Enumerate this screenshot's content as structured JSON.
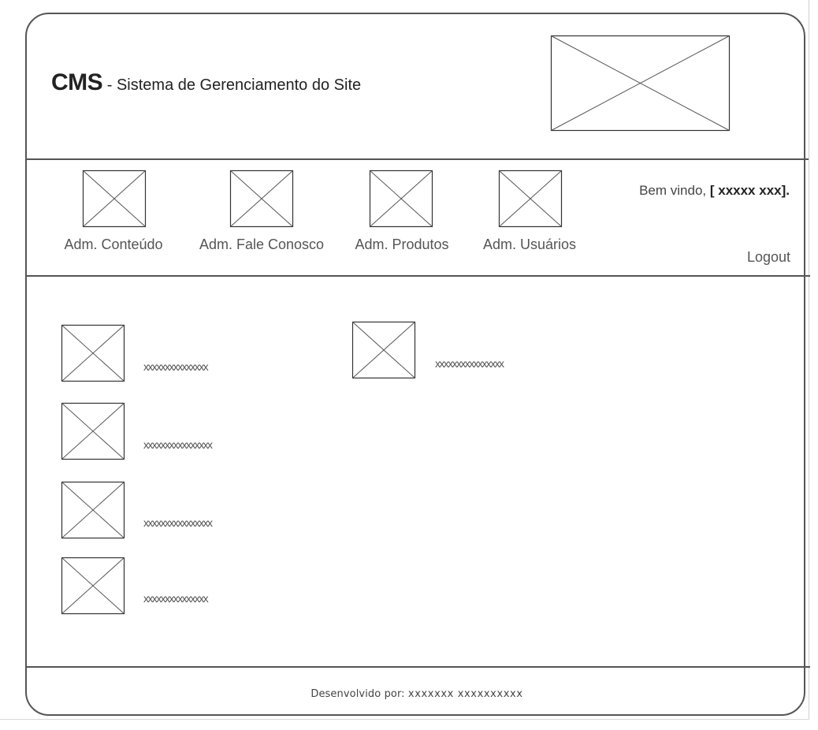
{
  "header": {
    "title_strong": "CMS",
    "title_separator": " - ",
    "title_rest": "Sistema de Gerenciamento do Site",
    "logo_icon": "image-placeholder-icon"
  },
  "nav": {
    "items": [
      {
        "label": "Adm. Conteúdo",
        "icon": "image-placeholder-icon"
      },
      {
        "label": "Adm. Fale Conosco",
        "icon": "image-placeholder-icon"
      },
      {
        "label": "Adm. Produtos",
        "icon": "image-placeholder-icon"
      },
      {
        "label": "Adm. Usuários",
        "icon": "image-placeholder-icon"
      }
    ],
    "welcome_prefix": "Bem vindo, ",
    "welcome_user": "[ xxxxx xxx].",
    "logout": "Logout"
  },
  "content": {
    "items": [
      {
        "label": "xxxxxxxxxxxxxxx",
        "icon": "image-placeholder-icon"
      },
      {
        "label": "xxxxxxxxxxxxxxxx",
        "icon": "image-placeholder-icon"
      },
      {
        "label": "xxxxxxxxxxxxxxxx",
        "icon": "image-placeholder-icon"
      },
      {
        "label": "xxxxxxxxxxxxxxx",
        "icon": "image-placeholder-icon"
      },
      {
        "label": "xxxxxxxxxxxxxxxx",
        "icon": "image-placeholder-icon"
      }
    ]
  },
  "footer": {
    "prefix": "Desenvolvido por: ",
    "names": "xxxxxxx xxxxxxxxxx"
  },
  "colors": {
    "border": "#555555",
    "placeholder_stroke": "#333333",
    "background": "#ffffff"
  }
}
